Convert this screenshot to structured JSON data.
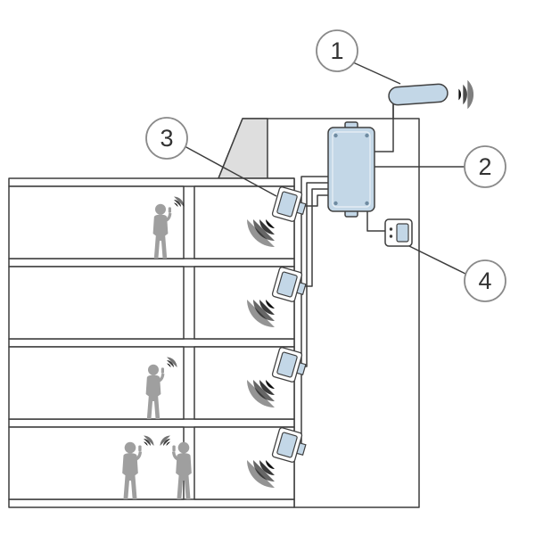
{
  "diagram": {
    "type": "technical-illustration",
    "subject": "in-building-signal-booster-system",
    "callouts": [
      {
        "label": "1",
        "target": "outdoor-donor-antenna"
      },
      {
        "label": "2",
        "target": "signal-booster-amplifier"
      },
      {
        "label": "3",
        "target": "indoor-broadcast-antenna"
      },
      {
        "label": "4",
        "target": "power-outlet"
      }
    ],
    "counts": {
      "floors": 4,
      "indoor_antennas": 4,
      "people": 4
    },
    "colors": {
      "background": "#ffffff",
      "line": "#3d3d3d",
      "device_fill": "#c3d7e7",
      "device_stroke": "#404040",
      "wave": "#b9d3e6",
      "roof_fill": "#dedede",
      "person": "#9f9f9f",
      "callout_stroke": "#8a8a8a",
      "callout_text": "#333333",
      "screw": "#6f8ba1"
    }
  }
}
